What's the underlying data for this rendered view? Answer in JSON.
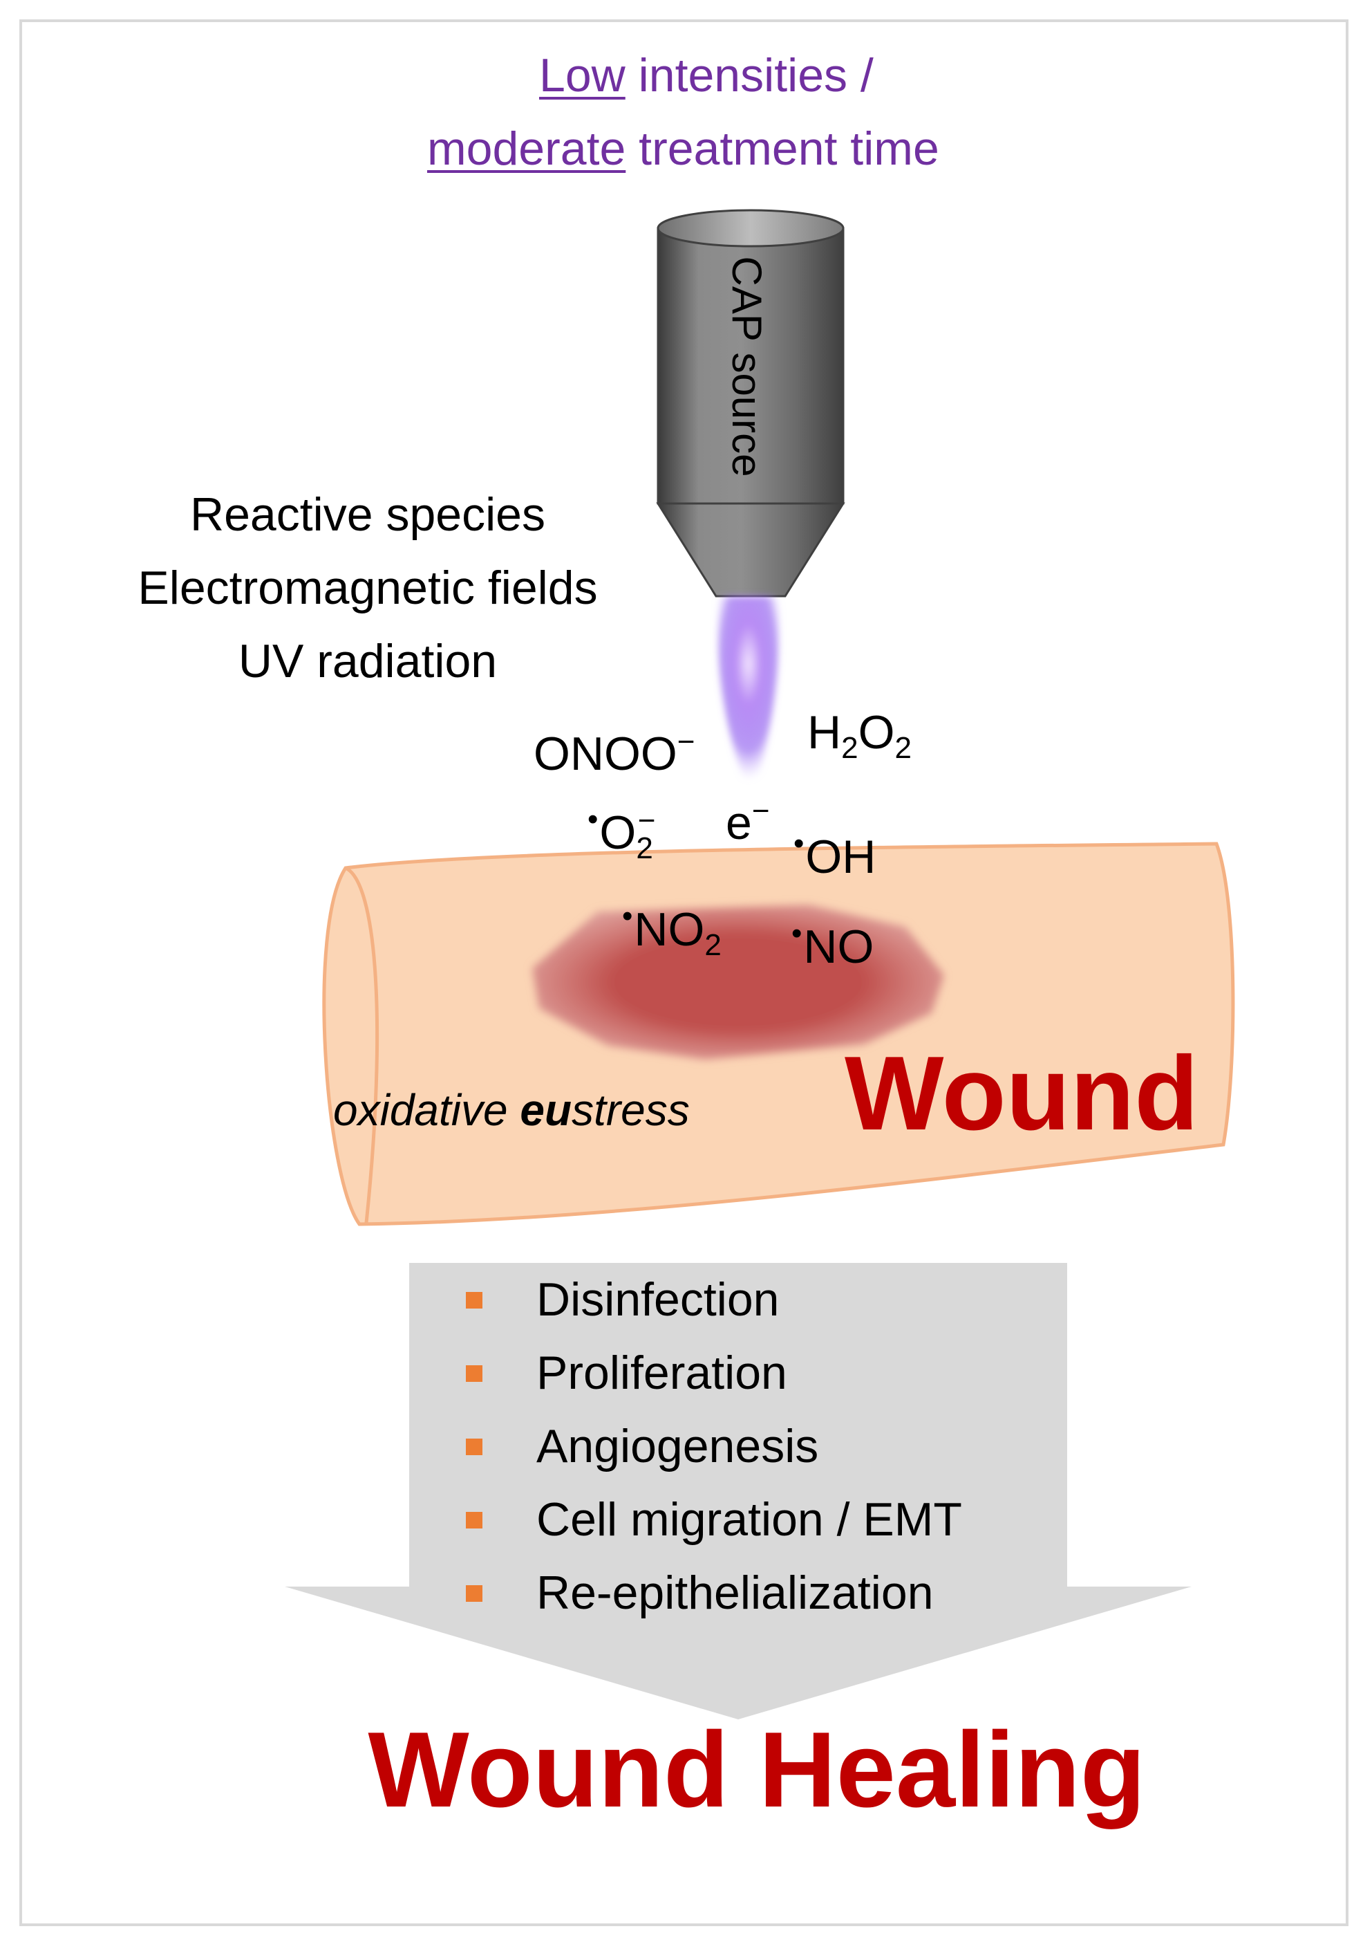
{
  "header": {
    "line1_underlined": "Low",
    "line1_rest": " intensities /",
    "line2_underlined": "moderate",
    "line2_rest": " treatment time"
  },
  "source": {
    "label": "CAP source"
  },
  "factors": [
    "Reactive species",
    "Electromagnetic fields",
    "UV radiation"
  ],
  "species": {
    "onoo": "ONOO",
    "onoo_charge": "−",
    "h2o2_h": "H",
    "h2o2_2a": "2",
    "h2o2_o": "O",
    "h2o2_2b": "2",
    "o2_dot": "•",
    "o2": "O",
    "o2_sub": "2",
    "o2_charge": "−",
    "electron": "e",
    "electron_charge": "−",
    "oh_dot": "•",
    "oh": "OH",
    "no2_dot": "•",
    "no2": "NO",
    "no2_sub": "2",
    "no_dot": "•",
    "no": "NO"
  },
  "wound": {
    "label": "Wound",
    "stress_pre": "oxidative ",
    "stress_bold": "eu",
    "stress_post": "stress"
  },
  "outcomes": [
    "Disinfection",
    "Proliferation",
    "Angiogenesis",
    "Cell migration / EMT",
    "Re-epithelialization"
  ],
  "result": {
    "label": "Wound Healing"
  },
  "colors": {
    "accent_purple": "#7030a0",
    "wound_red": "#c00000",
    "skin": "#fbd5b5",
    "bullet_orange": "#ed7d31",
    "arrow_gray": "#d9d9d9"
  }
}
